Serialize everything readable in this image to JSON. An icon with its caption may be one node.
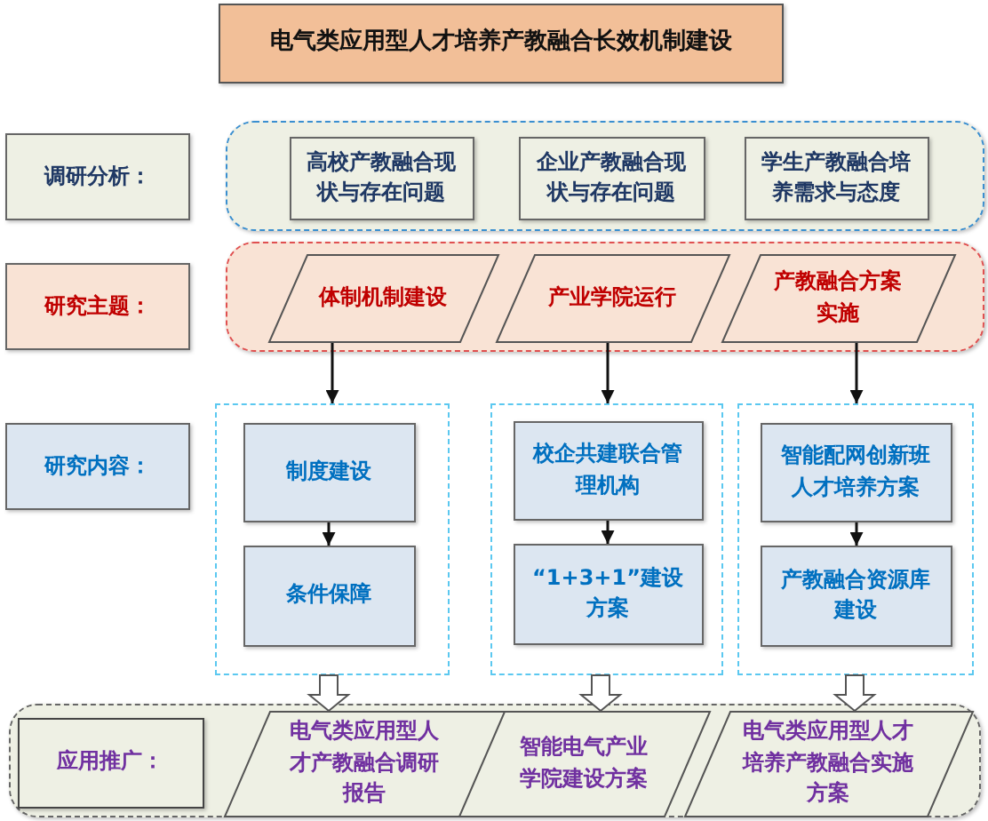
{
  "diagram": {
    "nodes": [
      {
        "text": [
          "电气类应用型人才培养产教融合长效机制建设"
        ]
      },
      {
        "text": [
          "调研分析："
        ]
      },
      {
        "text": [],
        "shape": "box"
      },
      {
        "text": [
          "高校产教融合现状与存在问题"
        ],
        "in": 2
      },
      {
        "text": [
          "企业产教融合现状与存在问题"
        ],
        "in": 2
      },
      {
        "text": [
          "学生产教融合培养需求与态度"
        ],
        "in": 2
      },
      {
        "text": [
          "研究主题："
        ]
      },
      {
        "text": [],
        "shape": "box"
      },
      {
        "text": [
          "体制机制建设"
        ],
        "in": 7
      },
      {
        "text": [
          "产业学院运行"
        ],
        "in": 7
      },
      {
        "text": [
          "产教融合方案实施"
        ],
        "in": 7
      },
      {
        "text": [
          "研究内容："
        ]
      },
      {
        "text": [],
        "shape": "box"
      },
      {
        "text": [
          "制度建设"
        ],
        "in": 12
      },
      {
        "text": [
          "条件保障"
        ],
        "in": 12
      },
      {
        "text": [],
        "shape": "box"
      },
      {
        "text": [
          "校企共建联合管理机构"
        ],
        "in": 15
      },
      {
        "text": [
          "“1+3+1”建设方案"
        ],
        "in": 15
      },
      {
        "text": [],
        "shape": "box"
      },
      {
        "text": [
          "智能配网创新班人才培养方案"
        ],
        "in": 18
      },
      {
        "text": [
          "产教融合资源库建设"
        ],
        "in": 18
      },
      {
        "text": [],
        "shape": "box"
      },
      {
        "text": [
          "应用推广："
        ],
        "in": 21
      },
      {
        "text": [
          "电气类应用型人才产教融合调研报告"
        ],
        "in": 21
      },
      {
        "text": [
          "智能电气产业学院建设方案"
        ],
        "in": 21
      },
      {
        "text": [
          "电气类应用型人才培养产教融合实施方案"
        ],
        "in": 21
      }
    ],
    "edges": [
      {
        "from": 8,
        "to": 12,
        "arrow": "to"
      },
      {
        "from": 9,
        "to": 15,
        "arrow": "to"
      },
      {
        "from": 10,
        "to": 18,
        "arrow": "to"
      },
      {
        "from": 13,
        "to": 14,
        "arrow": "to"
      },
      {
        "from": 16,
        "to": 17,
        "arrow": "to"
      },
      {
        "from": 19,
        "to": 20,
        "arrow": "to"
      },
      {
        "from": 12,
        "to": 23,
        "arrow": "to",
        "style": "thick"
      },
      {
        "from": 15,
        "to": 24,
        "arrow": "to",
        "style": "thick"
      },
      {
        "from": 18,
        "to": 25,
        "arrow": "to",
        "style": "thick"
      }
    ]
  }
}
